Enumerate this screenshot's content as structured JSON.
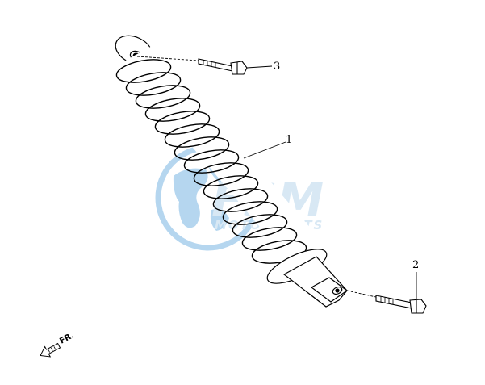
{
  "callouts": [
    {
      "id": "1",
      "label": "1"
    },
    {
      "id": "2",
      "label": "2"
    },
    {
      "id": "3",
      "label": "3"
    }
  ],
  "direction_indicator": {
    "label": "FR.",
    "icon": "arrow-left-down-icon"
  },
  "watermark": {
    "brand": "FSM",
    "sub": "MOTORPARTS",
    "globe_color": "#7ab6e3",
    "text_color": "#b9d6ec"
  },
  "colors": {
    "ink": "#000000",
    "background": "#ffffff"
  }
}
